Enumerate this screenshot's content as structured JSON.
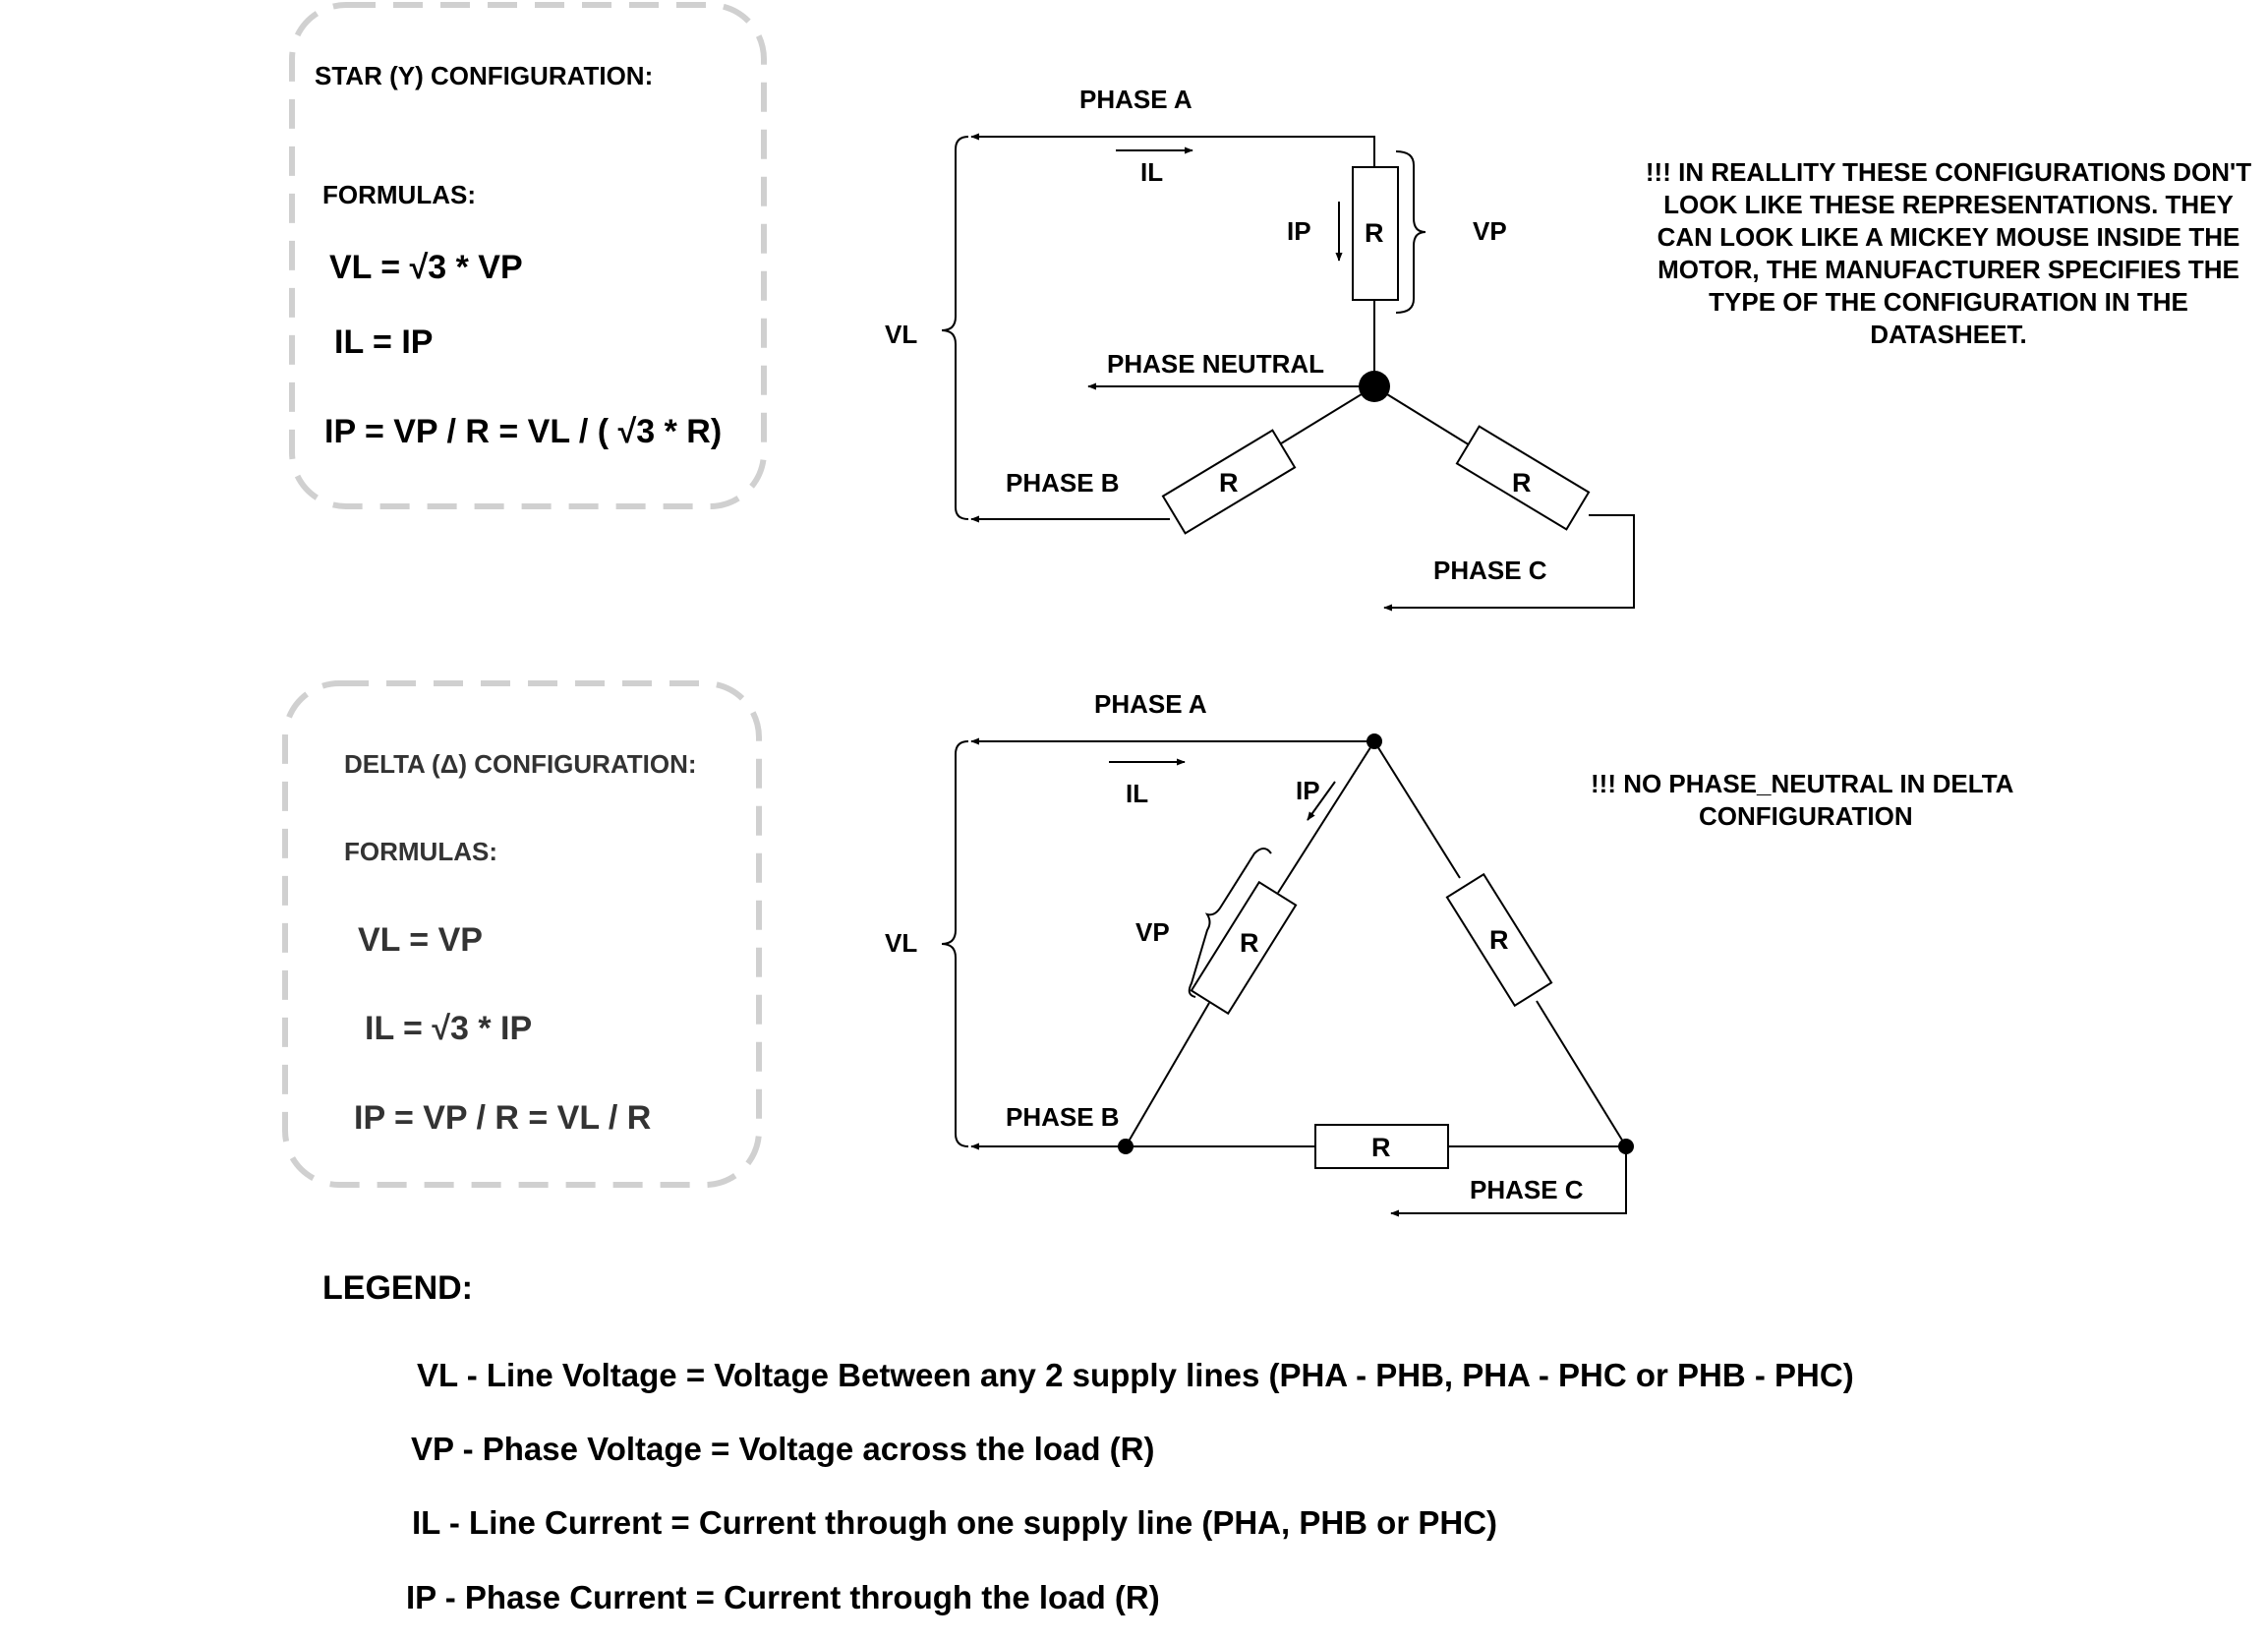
{
  "star": {
    "box": {
      "title": "STAR (Y) CONFIGURATION:",
      "formulas_label": "FORMULAS:",
      "formula_vl": "VL = √3 * VP",
      "formula_il": "IL = IP",
      "formula_ip": "IP = VP / R = VL / ( √3 * R)"
    },
    "labels": {
      "phase_a": "PHASE A",
      "phase_b": "PHASE B",
      "phase_c": "PHASE C",
      "phase_neutral": "PHASE NEUTRAL",
      "il": "IL",
      "ip": "IP",
      "vp": "VP",
      "vl": "VL",
      "resistor": "R"
    },
    "note": [
      "!!! IN REALLITY THESE CONFIGURATIONS DON'T",
      "LOOK LIKE THESE REPRESENTATIONS. THEY",
      "CAN LOOK LIKE A MICKEY MOUSE INSIDE THE",
      "MOTOR, THE MANUFACTURER SPECIFIES THE",
      "TYPE OF THE CONFIGURATION IN THE",
      "DATASHEET."
    ]
  },
  "delta": {
    "box": {
      "title": "DELTA (Δ) CONFIGURATION:",
      "formulas_label": "FORMULAS:",
      "formula_vl": "VL = VP",
      "formula_il": "IL = √3 * IP",
      "formula_ip": "IP = VP / R = VL / R"
    },
    "labels": {
      "phase_a": "PHASE A",
      "phase_b": "PHASE B",
      "phase_c": "PHASE C",
      "il": "IL",
      "ip": "IP",
      "vp": "VP",
      "vl": "VL",
      "resistor": "R"
    },
    "note": [
      "!!! NO PHASE_NEUTRAL IN DELTA",
      "CONFIGURATION"
    ]
  },
  "legend": {
    "title": "LEGEND:",
    "items": [
      "VL - Line Voltage = Voltage Between any 2 supply lines (PHA - PHB, PHA - PHC or PHB - PHC)",
      "VP - Phase Voltage = Voltage across the load (R)",
      "IL - Line Current = Current through one supply line (PHA, PHB or PHC)",
      "IP - Phase Current = Current through the load (R)"
    ]
  }
}
